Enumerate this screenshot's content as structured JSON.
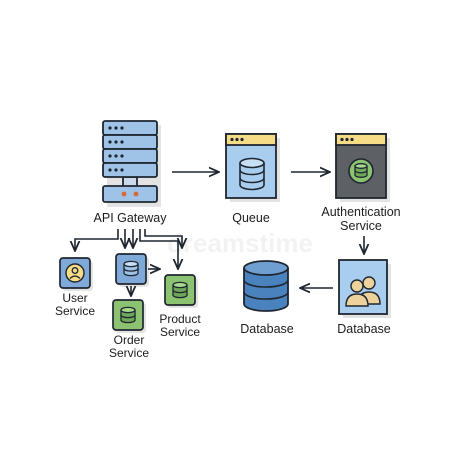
{
  "nodes": {
    "api_gateway": {
      "label": "API Gateway"
    },
    "queue": {
      "label": "Queue"
    },
    "authentication_service": {
      "label_line1": "Authentication",
      "label_line2": "Service"
    },
    "database_people": {
      "label": "Database"
    },
    "database_cylinder": {
      "label": "Database"
    },
    "user_service": {
      "label_line1": "User",
      "label_line2": "Service"
    },
    "order_service": {
      "label_line1": "Order",
      "label_line2": "Service"
    },
    "product_service": {
      "label_line1": "Product",
      "label_line2": "Service"
    }
  },
  "watermark": "dreamstime",
  "colors": {
    "outline": "#1f2630",
    "server_blue": "#9ec3e6",
    "queue_blue": "#a9cdee",
    "header_yellow": "#f6dc86",
    "auth_dark": "#5d6166",
    "green": "#8cc371",
    "green_dark": "#6ea85a",
    "db_blue": "#4a82bd",
    "people_tan": "#eed29c",
    "service_blue": "#7fa9d8",
    "accent_orange": "#d86a3c",
    "shadow": "#e3e3e3"
  }
}
